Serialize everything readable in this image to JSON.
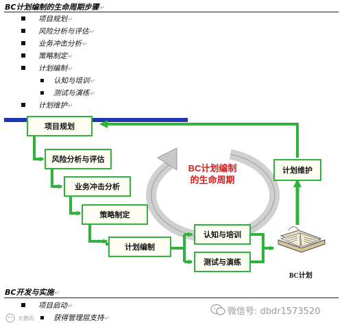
{
  "section1": {
    "title": "BC计划编制的生命周期步骤",
    "items": [
      "项目规划",
      "风险分析与评估",
      "业务冲击分析",
      "策略制定",
      "计划编制"
    ],
    "subitems": [
      "认知与培训",
      "测试与演练"
    ],
    "last_item": "计划维护"
  },
  "diagram": {
    "steps": [
      "项目规划",
      "风险分析与评估",
      "业务冲击分析",
      "策略制定",
      "计划编制"
    ],
    "branches": [
      "认知与培训",
      "测试与演练"
    ],
    "maintain": "计划维护",
    "cycle_line1": "BC计划编制",
    "cycle_line2": "的生命周期",
    "book_label": "BC计划",
    "colors": {
      "node_border": "#2fb33c",
      "node_fill": "#fffef2",
      "arrow_green": "#2fb33c",
      "bar_blue": "#1f36b3",
      "cycle_text": "#d51b1b",
      "cycle_arrow": "#c8c8c8"
    }
  },
  "section2": {
    "title": "BC开发与实施",
    "items": [
      "项目启动",
      "获得管理层支持"
    ]
  },
  "watermark": {
    "right_text": "微信号: dbdr1573520",
    "left_text": "大鹏的"
  }
}
